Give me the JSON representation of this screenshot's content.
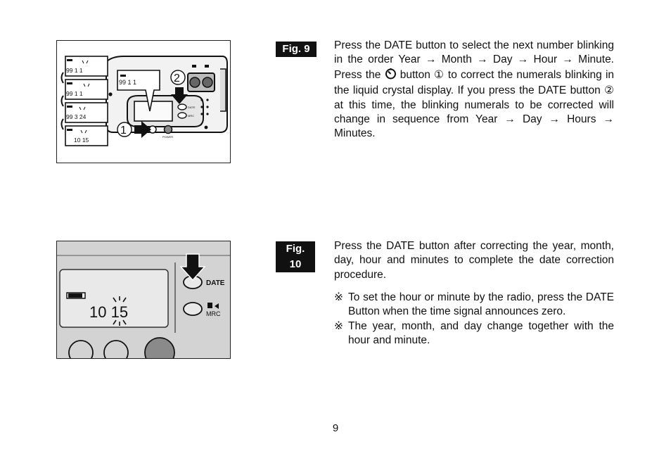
{
  "figures": [
    {
      "label": "Fig. 9",
      "text_before_icon": "Press the DATE button to select the next number blinking in the order Year → Month → Day → Hour → Minute. Press the",
      "icon": "self-timer-icon",
      "text_after_icon": "button ① to correct the numerals blinking in the liquid crystal display. If you press the DATE button ② at this time, the blinking numerals to be corrected will change in sequence from Year → Day → Hours → Minutes.",
      "illustration": {
        "lcd_readouts": [
          "99 1 1",
          "99 1 1",
          "99 3 24",
          "10 15"
        ],
        "main_lcd_readout": "99 1 1",
        "callouts": [
          "1",
          "2"
        ],
        "button_labels": [
          "DATE",
          "POWER"
        ]
      }
    },
    {
      "label": "Fig. 10",
      "text": "Press the DATE button after correcting the year, month, day, hour and minutes to complete the date correction procedure.",
      "notes": [
        "To set the hour or minute by the radio, press the DATE Button when the time signal announces zero.",
        "The year, month, and day change together with the hour and minute."
      ],
      "note_bullet": "※",
      "illustration": {
        "lcd_readout": "10 15",
        "button_labels": [
          "DATE",
          "MRC"
        ]
      }
    }
  ],
  "page_number": "9"
}
